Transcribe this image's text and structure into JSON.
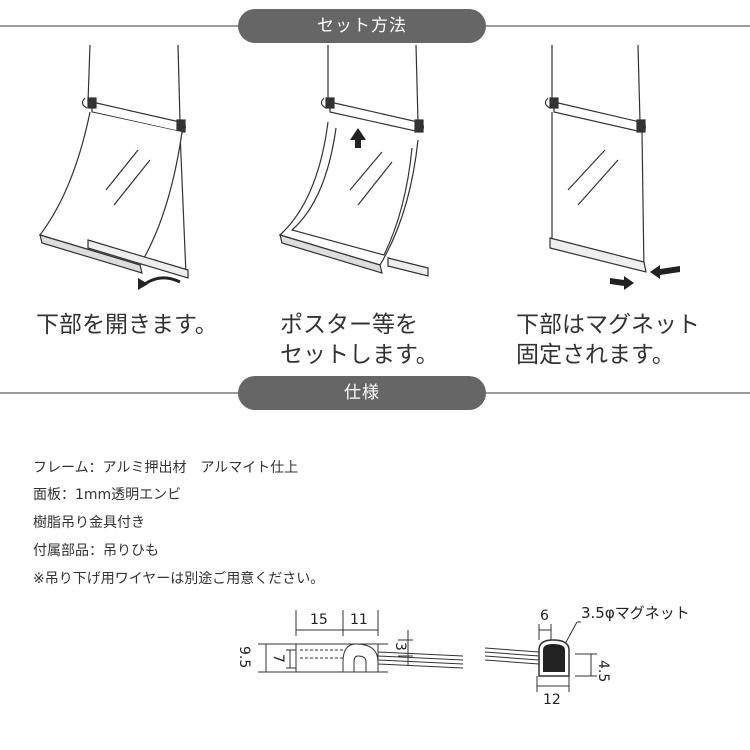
{
  "section_headers": {
    "setup": "セット方法",
    "spec": "仕様"
  },
  "steps": [
    {
      "caption": "下部を開きます。"
    },
    {
      "caption": "ポスター等を\nセットします。"
    },
    {
      "caption": "下部はマグネット\n固定されます。"
    }
  ],
  "spec_lines": [
    "フレーム：アルミ押出材　アルマイト仕上",
    "面板：1mm透明エンビ",
    "樹脂吊り金具付き",
    "付属部品：吊りひも",
    "※吊り下げ用ワイヤーは別途ご用意ください。"
  ],
  "dimensions_left": {
    "d15": "15",
    "d11": "11",
    "d3": "3",
    "d95": "9.5",
    "d7": "7"
  },
  "dimensions_right": {
    "d6": "6",
    "magnet": "3.5φマグネット",
    "d12": "12",
    "d45": "4.5"
  },
  "colors": {
    "pill_bg": "#666666",
    "rule": "#9a9a9a",
    "magnet": "#222222",
    "line": "#333333"
  }
}
